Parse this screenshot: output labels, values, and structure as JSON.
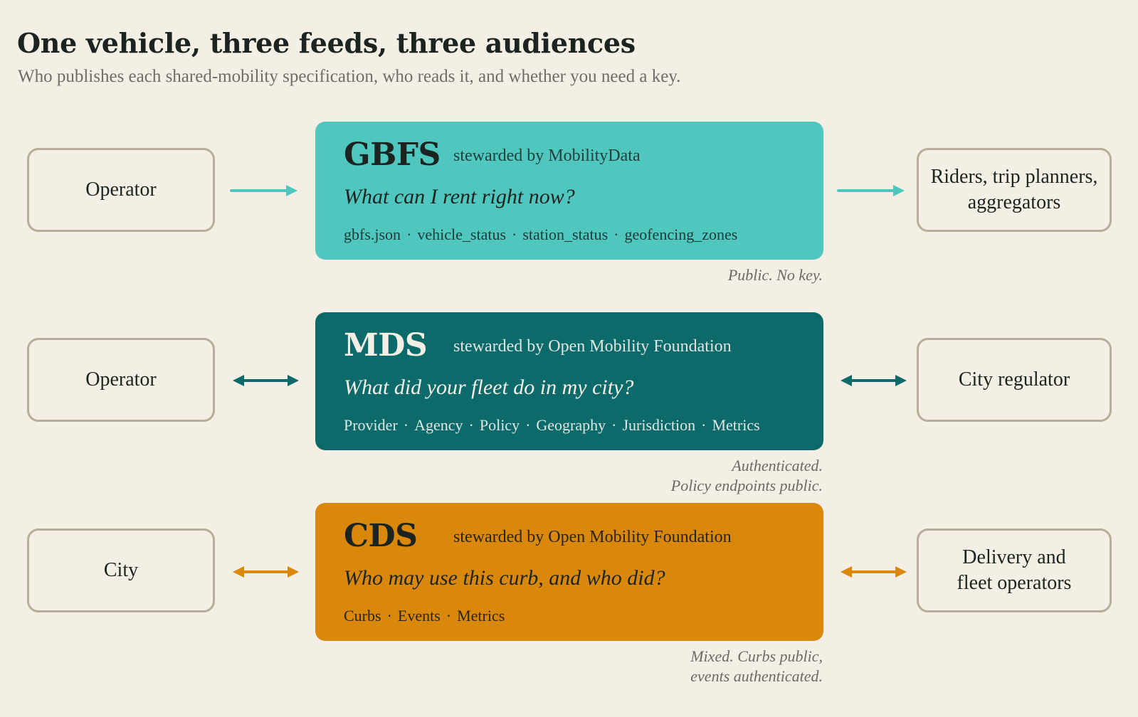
{
  "header": {
    "title": "One vehicle, three feeds, three audiences",
    "subtitle": "Who publishes each shared-mobility specification, who reads it, and whether you need a key."
  },
  "colors": {
    "background": "#f3efe4",
    "gbfs": "#4fc7bf",
    "mds": "#0d6a6b",
    "cds": "#d9880b",
    "box_border": "#b6ae99"
  },
  "rows": [
    {
      "left": "Operator",
      "spec": "GBFS",
      "steward": "stewarded by MobilityData",
      "question": "What can I rent right now?",
      "endpoints": [
        "gbfs.json",
        "vehicle_status",
        "station_status",
        "geofencing_zones"
      ],
      "right_line1": "Riders, trip planners,",
      "right_line2": "aggregators",
      "access_line1": "Public. No key.",
      "access_line2": "",
      "direction": "one-way"
    },
    {
      "left": "Operator",
      "spec": "MDS",
      "steward": "stewarded by Open Mobility Foundation",
      "question": "What did your fleet do in my city?",
      "endpoints": [
        "Provider",
        "Agency",
        "Policy",
        "Geography",
        "Jurisdiction",
        "Metrics"
      ],
      "right_line1": "City regulator",
      "right_line2": "",
      "access_line1": "Authenticated.",
      "access_line2": "Policy endpoints public.",
      "direction": "two-way"
    },
    {
      "left": "City",
      "spec": "CDS",
      "steward": "stewarded by Open Mobility Foundation",
      "question": "Who may use this curb, and who did?",
      "endpoints": [
        "Curbs",
        "Events",
        "Metrics"
      ],
      "right_line1": "Delivery and",
      "right_line2": "fleet operators",
      "access_line1": "Mixed. Curbs public,",
      "access_line2": "events authenticated.",
      "direction": "two-way"
    }
  ]
}
